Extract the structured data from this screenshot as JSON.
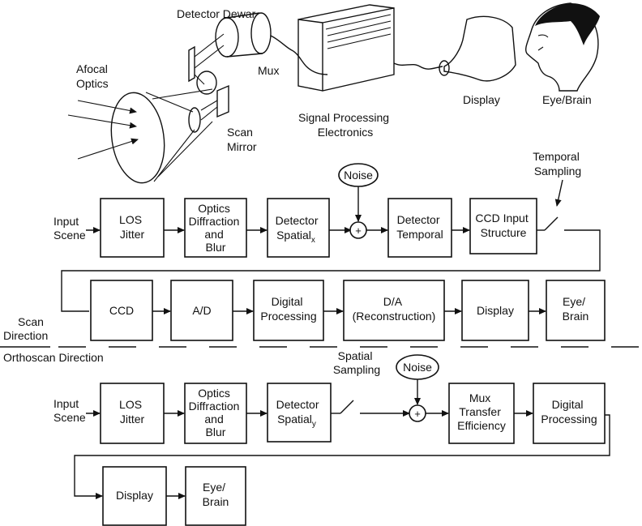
{
  "illustration": {
    "detector_dewar": "Detector Dewar",
    "afocal_optics": [
      "Afocal",
      "Optics"
    ],
    "scan_mirror": [
      "Scan",
      "Mirror"
    ],
    "mux": "Mux",
    "signal_processing": [
      "Signal Processing",
      "Electronics"
    ],
    "display": "Display",
    "eye_brain": "Eye/Brain"
  },
  "scan_chain": {
    "input": [
      "Input",
      "Scene"
    ],
    "noise": "Noise",
    "sum_symbol": "+",
    "temporal_sampling": [
      "Temporal",
      "Sampling"
    ],
    "row1": [
      {
        "lines": [
          "LOS",
          "Jitter"
        ]
      },
      {
        "lines": [
          "Optics",
          "Diffraction",
          "and",
          "Blur"
        ]
      },
      {
        "lines": [
          "Detector",
          "Spatial"
        ],
        "sub": "x"
      },
      {
        "lines": [
          "Detector",
          "Temporal"
        ]
      },
      {
        "lines": [
          "CCD Input",
          "Structure"
        ]
      }
    ],
    "row2": [
      {
        "lines": [
          "CCD"
        ]
      },
      {
        "lines": [
          "A/D"
        ]
      },
      {
        "lines": [
          "Digital",
          "Processing"
        ]
      },
      {
        "lines": [
          "D/A",
          "(Reconstruction)"
        ]
      },
      {
        "lines": [
          "Display"
        ]
      },
      {
        "lines": [
          "Eye/",
          "Brain"
        ]
      }
    ],
    "direction": [
      "Scan",
      "Direction"
    ]
  },
  "orthoscan_chain": {
    "direction": "Orthoscan Direction",
    "input": [
      "Input",
      "Scene"
    ],
    "spatial_sampling": [
      "Spatial",
      "Sampling"
    ],
    "noise": "Noise",
    "sum_symbol": "+",
    "row1": [
      {
        "lines": [
          "LOS",
          "Jitter"
        ]
      },
      {
        "lines": [
          "Optics",
          "Diffraction",
          "and",
          "Blur"
        ]
      },
      {
        "lines": [
          "Detector",
          "Spatial"
        ],
        "sub": "y"
      },
      {
        "lines": [
          "Mux",
          "Transfer",
          "Efficiency"
        ]
      },
      {
        "lines": [
          "Digital",
          "Processing"
        ]
      }
    ],
    "row2": [
      {
        "lines": [
          "Display"
        ]
      },
      {
        "lines": [
          "Eye/",
          "Brain"
        ]
      }
    ]
  }
}
